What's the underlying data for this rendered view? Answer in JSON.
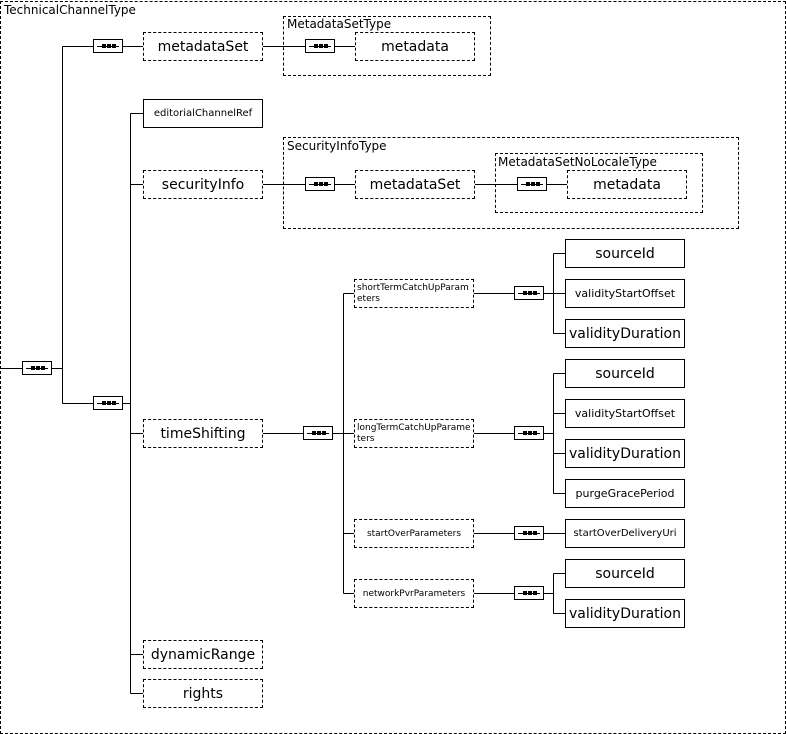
{
  "diagram": {
    "root_type_label": "TechnicalChannelType",
    "groups": {
      "metadata_set_type": "MetadataSetType",
      "security_info_type": "SecurityInfoType",
      "metadata_set_no_locale_type": "MetadataSetNoLocaleType"
    },
    "elements": {
      "metadata_set": "metadataSet",
      "metadata": "metadata",
      "editorial_channel_ref": "editorialChannelRef",
      "security_info": "securityInfo",
      "security_metadata_set": "metadataSet",
      "security_metadata": "metadata",
      "time_shifting": "timeShifting",
      "short_term_catch_up": "shortTermCatchUpParameters",
      "short_source_id": "sourceId",
      "short_validity_start_offset": "validityStartOffset",
      "short_validity_duration": "validityDuration",
      "long_term_catch_up": "longTermCatchUpParameters",
      "long_source_id": "sourceId",
      "long_validity_start_offset": "validityStartOffset",
      "long_validity_duration": "validityDuration",
      "long_purge_grace_period": "purgeGracePeriod",
      "start_over_parameters": "startOverParameters",
      "start_over_delivery_uri": "startOverDeliveryUri",
      "network_pvr_parameters": "networkPvrParameters",
      "npvr_source_id": "sourceId",
      "npvr_validity_duration": "validityDuration",
      "dynamic_range": "dynamicRange",
      "rights": "rights"
    }
  }
}
